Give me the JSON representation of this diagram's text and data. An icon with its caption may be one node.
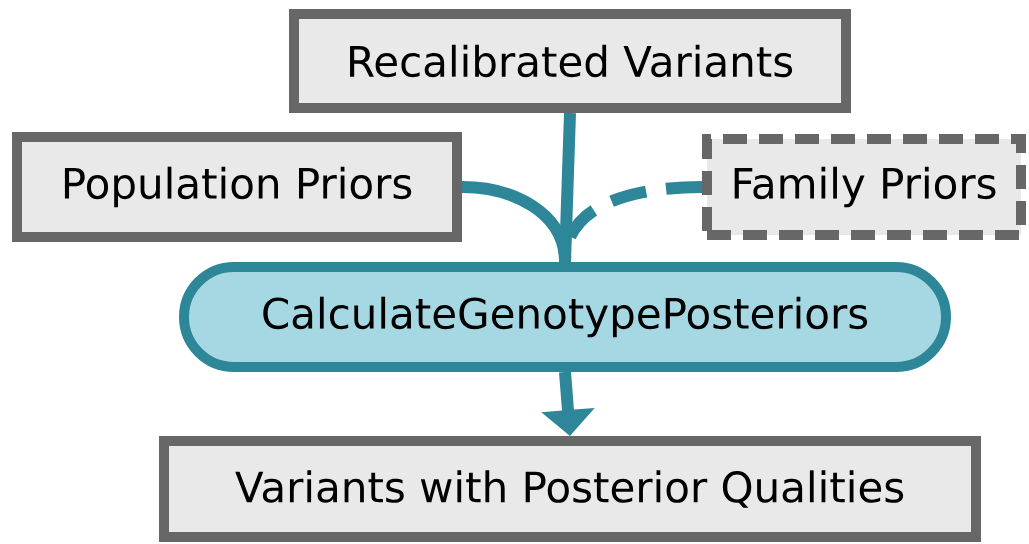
{
  "diagram": {
    "nodes": [
      {
        "text": [
          "Recalibrated Variants"
        ]
      },
      {
        "text": [
          "Population Priors"
        ]
      },
      {
        "text": [
          "Family Priors"
        ]
      },
      {
        "text": [
          "CalculateGenotypePosteriors"
        ]
      },
      {
        "text": [
          "Variants with Posterior Qualities"
        ]
      }
    ],
    "edges": [
      {
        "from": 0,
        "to": 3,
        "arrow": "none"
      },
      {
        "from": 1,
        "to": 3,
        "arrow": "none"
      },
      {
        "from": 2,
        "to": 3,
        "arrow": "none",
        "style": "dashed"
      },
      {
        "from": 3,
        "to": 4,
        "arrow": "to"
      }
    ]
  }
}
